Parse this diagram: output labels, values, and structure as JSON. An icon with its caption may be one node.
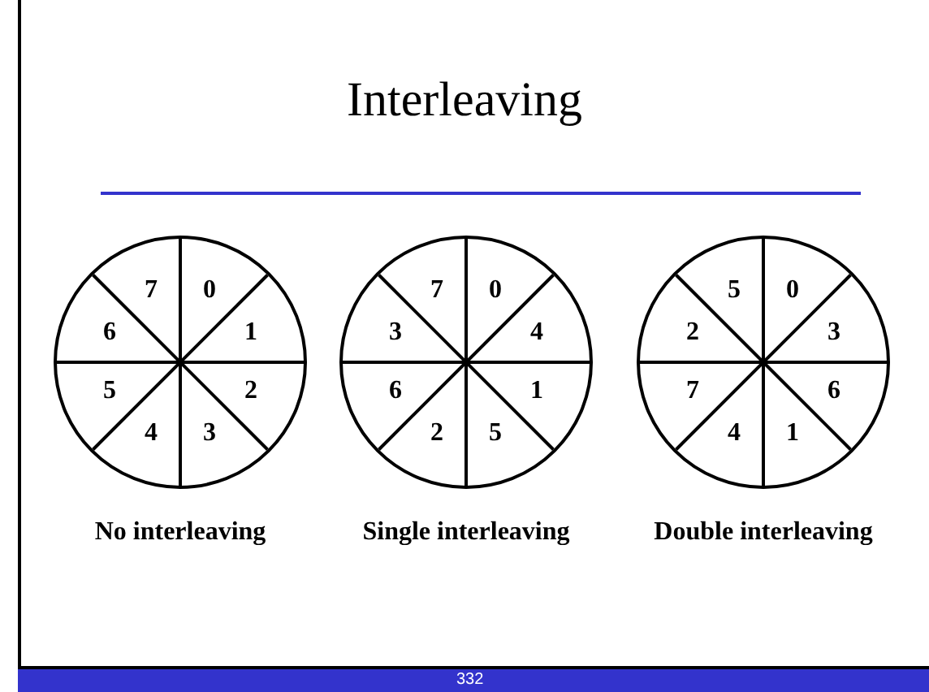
{
  "diagram": {
    "title": "Interleaving",
    "nodes": [
      {
        "text": [],
        "shape": "circle",
        "beside": [
          "No interleaving"
        ]
      },
      {
        "text": [
          "0"
        ],
        "in": 0
      },
      {
        "text": [
          "1"
        ],
        "in": 0
      },
      {
        "text": [
          "2"
        ],
        "in": 0
      },
      {
        "text": [
          "3"
        ],
        "in": 0
      },
      {
        "text": [
          "4"
        ],
        "in": 0
      },
      {
        "text": [
          "5"
        ],
        "in": 0
      },
      {
        "text": [
          "6"
        ],
        "in": 0
      },
      {
        "text": [
          "7"
        ],
        "in": 0
      },
      {
        "text": [],
        "shape": "circle",
        "beside": [
          "Single interleaving"
        ]
      },
      {
        "text": [
          "0"
        ],
        "in": 9
      },
      {
        "text": [
          "4"
        ],
        "in": 9
      },
      {
        "text": [
          "1"
        ],
        "in": 9
      },
      {
        "text": [
          "5"
        ],
        "in": 9
      },
      {
        "text": [
          "2"
        ],
        "in": 9
      },
      {
        "text": [
          "6"
        ],
        "in": 9
      },
      {
        "text": [
          "3"
        ],
        "in": 9
      },
      {
        "text": [
          "7"
        ],
        "in": 9
      },
      {
        "text": [],
        "shape": "circle",
        "beside": [
          "Double interleaving"
        ]
      },
      {
        "text": [
          "0"
        ],
        "in": 18
      },
      {
        "text": [
          "3"
        ],
        "in": 18
      },
      {
        "text": [
          "6"
        ],
        "in": 18
      },
      {
        "text": [
          "1"
        ],
        "in": 18
      },
      {
        "text": [
          "4"
        ],
        "in": 18
      },
      {
        "text": [
          "7"
        ],
        "in": 18
      },
      {
        "text": [
          "2"
        ],
        "in": 18
      },
      {
        "text": [
          "5"
        ],
        "in": 18
      }
    ],
    "labels": [
      "332"
    ]
  }
}
